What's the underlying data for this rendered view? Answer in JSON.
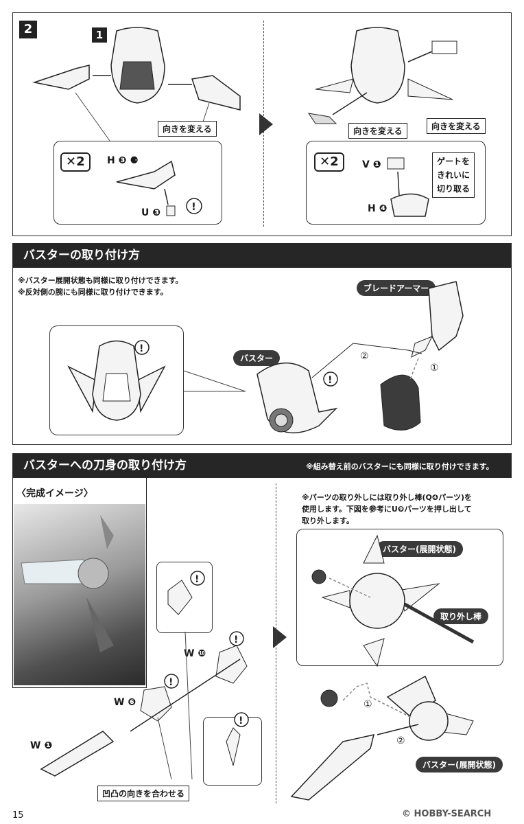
{
  "step": {
    "number": "2",
    "sub_number": "1"
  },
  "top": {
    "left_turn_label": "向きを変える",
    "right_turn_label_a": "向きを変える",
    "right_turn_label_b": "向きを変える",
    "x2_left": "✕2",
    "x2_right": "✕2",
    "left_parts": {
      "h": "H",
      "u": "U"
    },
    "right_parts": {
      "v": "V",
      "h": "H"
    },
    "gate_note": "ゲートを\nきれいに\n切り取る"
  },
  "buster_section": {
    "title": "バスターの取り付け方",
    "notes": [
      "※バスター展開状態も同様に取り付けできます。",
      "※反対側の腕にも同様に取り付けできます。"
    ],
    "label_blade_armor": "ブレードアーマー",
    "label_buster": "バスター",
    "steps": [
      "①",
      "②"
    ]
  },
  "blade_section": {
    "title": "バスターへの刀身の取り付け方",
    "note_right": "※組み替え前のバスターにも同様に取り付けできます。",
    "completed_label": "〈完成イメージ〉",
    "parts": {
      "w1": "W",
      "w6": "W",
      "w10": "W"
    },
    "align_label": "凹凸の向きを合わせる",
    "removal_note": "※パーツの取り外しには取り外し棒(Q❹パーツ)を\n使用します。下図を参考にU❾パーツを押し出して\n取り外します。",
    "label_buster_expanded_top": "バスター(展開状態)",
    "label_removal_rod": "取り外し棒",
    "label_buster_expanded_bottom": "バスター(展開状態)",
    "steps": [
      "①",
      "②"
    ]
  },
  "footer": {
    "page": "15",
    "watermark": "© HOBBY-SEARCH"
  }
}
